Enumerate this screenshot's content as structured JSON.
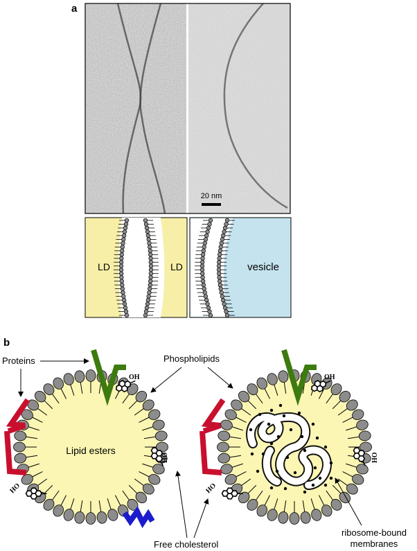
{
  "panel_a": {
    "letter": "a",
    "scale_bar": "20 nm",
    "left_labels": [
      "LD",
      "LD"
    ],
    "right_label": "vesicle"
  },
  "panel_b": {
    "letter": "b",
    "labels": {
      "proteins": "Proteins",
      "phospholipids": "Phospholipids",
      "lipid_esters": "Lipid esters",
      "free_cholesterol": "Free cholesterol",
      "ribosome_bound_1": "ribosome-bound",
      "ribosome_bound_2": "membranes",
      "oh": "OH",
      "ho": "HO"
    }
  },
  "colors": {
    "ld_yellow": "#f7efa8",
    "vesicle_blue": "#c5e3ef",
    "core_yellow": "#fbf6b4",
    "head_gray": "#8c8c8c",
    "protein_red": "#c8102e",
    "protein_green": "#3d7a10",
    "protein_blue": "#1c1ccc"
  }
}
